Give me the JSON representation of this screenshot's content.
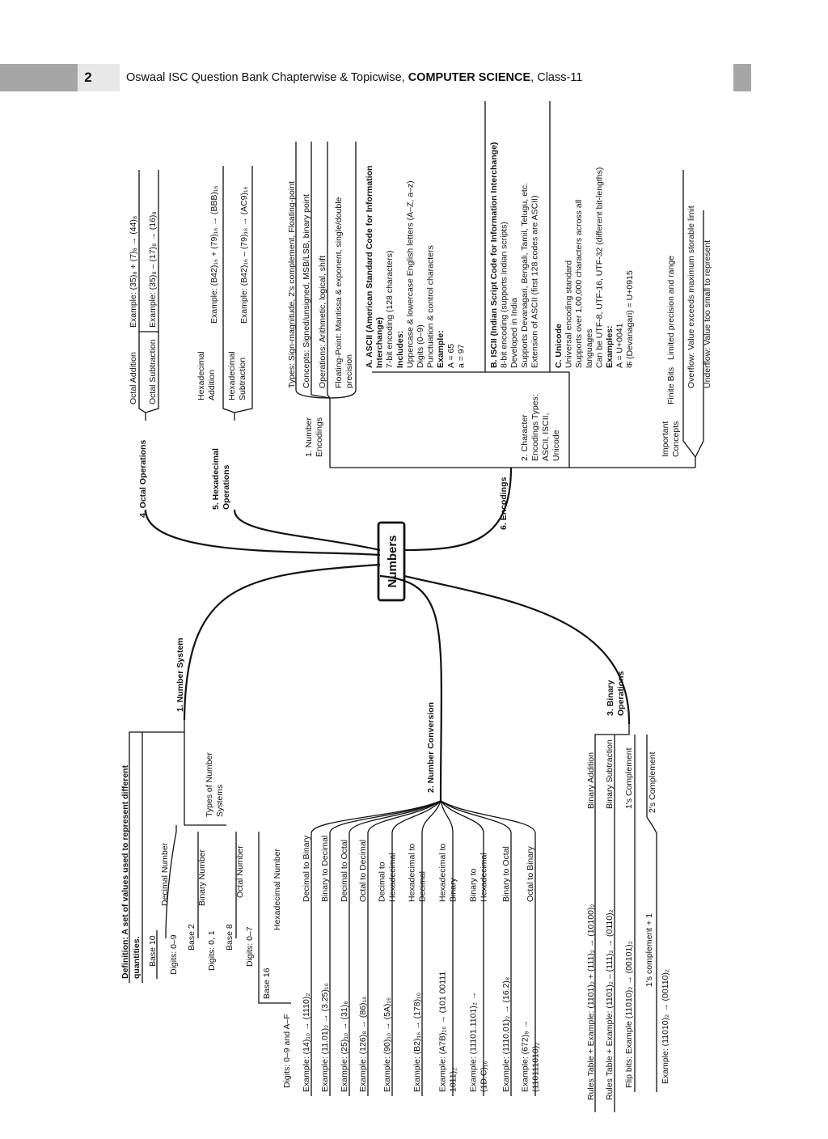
{
  "header": {
    "page_number": "2",
    "title_pre": "Oswaal ISC Question Bank Chapterwise & Topicwise, ",
    "title_bold": "COMPUTER SCIENCE",
    "title_post": ", Class-11"
  },
  "mindmap": {
    "center": "Numbers",
    "number_system": {
      "label": "1. Number System",
      "definition": [
        "Definition: A set of values used to represent different",
        "quantities."
      ],
      "types_label": [
        "Types of Number",
        "Systems"
      ],
      "decimal": {
        "name": "Decimal Number",
        "base": "Base 10",
        "digits": "Digits: 0–9"
      },
      "binary": {
        "name": "Binary Number",
        "base": "Base 2",
        "digits": "Digits: 0, 1"
      },
      "octal": {
        "name": "Octal Number",
        "base": "Base 8",
        "digits": "Digits: 0–7"
      },
      "hex": {
        "name": "Hexadecimal Number",
        "base": "Base 16",
        "digits": "Digits: 0–9 and A–F"
      }
    },
    "number_conversion": {
      "label": "2. Number Conversion",
      "items": [
        {
          "name": [
            "Decimal to Binary"
          ],
          "example": [
            "Example: (14)₁₀ → (1110)₂"
          ]
        },
        {
          "name": [
            "Binary to Decimal"
          ],
          "example": [
            "Example: (11.01)₂ → (3.25)₁₀"
          ]
        },
        {
          "name": [
            "Decimal to Octal"
          ],
          "example": [
            "Example: (25)₁₀ → (31)₈"
          ]
        },
        {
          "name": [
            "Octal to Decimal"
          ],
          "example": [
            "Example: (126)₈ → (86)₁₀"
          ]
        },
        {
          "name": [
            "Decimal to",
            "Hexadecimal"
          ],
          "example": [
            "Example: (90)₁₀ → (5A)₁₆"
          ]
        },
        {
          "name": [
            "Hexadecimal to",
            "Decimal"
          ],
          "example": [
            "Example: (B2)₁₆ → (178)₁₀"
          ]
        },
        {
          "name": [
            "Hexadecimal to",
            "Binary"
          ],
          "example": [
            "Example: (A7B)₁₆ → (101 00111",
            "1011)₂"
          ]
        },
        {
          "name": [
            "Binary to",
            "Hexadecimal"
          ],
          "example": [
            "Example: (11101.1101)₂ →",
            "(1D.C)₁₆"
          ]
        },
        {
          "name": [
            "Binary to Octal"
          ],
          "example": [
            "Example: (1110.01)₂ → (16.2)₈"
          ]
        },
        {
          "name": [
            "Octal to Binary"
          ],
          "example": [
            "Example: (672)₈ →",
            "(110111010)₂"
          ]
        }
      ]
    },
    "binary_operations": {
      "label": [
        "3. Binary",
        "Operations"
      ],
      "addition": {
        "name": "Binary Addition",
        "text": "Rules Table + Example: (1101)₂ + (111)₂ → (10100)₂"
      },
      "subtraction": {
        "name": "Binary Subtraction",
        "text": "Rules Table + Example: (1101)₂ – (111)₂ → (0110)₂"
      },
      "ones": {
        "name": "1's Complement",
        "text": "Flip bits: Example (11010)₂ → (00101)₂"
      },
      "twos": {
        "name": "2's Complement",
        "rule": "1's complement + 1",
        "example": "Example: (11010)₂ → (00110)₂"
      }
    },
    "octal_operations": {
      "label": "4. Octal Operations",
      "addition": {
        "name": "Octal Addition",
        "example": "Example: (35)₈ + (7)₈ → (44)₈"
      },
      "subtraction": {
        "name": "Octal Subtraction",
        "example": "Example: (35)₈ – (17)₈ → (16)₈"
      }
    },
    "hex_operations": {
      "label": [
        "5. Hexadecimal",
        "Operations"
      ],
      "addition": {
        "name": [
          "Hexadecimal",
          "Addition"
        ],
        "example": "Example: (B42)₁₆ + (79)₁₆ → (BBB)₁₆"
      },
      "subtraction": {
        "name": [
          "Hexadecimal",
          "Subtraction"
        ],
        "example": "Example: (B42)₁₆ – (79)₁₆ → (AC9)₁₆"
      }
    },
    "encodings": {
      "label": "6. Encodings",
      "number_encodings": {
        "label": [
          "1. Number",
          "Encodings"
        ],
        "items": [
          [
            "Types: Sign-magnitude, 2's complement, Floating-point"
          ],
          [
            "Concepts: Signed/unsigned, MSB/LSB, binary point"
          ],
          [
            "Operations: Arithmetic, logical, shift"
          ],
          [
            "Floating-Point: Mantissa & exponent, single/double",
            "precision"
          ]
        ]
      },
      "character_encodings": {
        "label": [
          "2. Character",
          "Encodings Types:",
          "ASCII, ISCII,",
          "Unicode"
        ],
        "ascii": [
          {
            "t": "A. ASCII (American Standard Code for Information",
            "b": true
          },
          {
            "t": "Interchange)",
            "b": true
          },
          {
            "t": "7-bit encoding (128 characters)",
            "b": false
          },
          {
            "t": "Includes:",
            "b": true
          },
          {
            "t": "Uppercase & lowercase English letters (A–Z, a–z)",
            "b": false
          },
          {
            "t": "Digits (0–9)",
            "b": false
          },
          {
            "t": "Punctuation & control characters",
            "b": false
          },
          {
            "t": "Example:",
            "b": true
          },
          {
            "t": "A = 65",
            "b": false
          },
          {
            "t": "a = 97",
            "b": false
          }
        ],
        "iscii": [
          {
            "t": "B. ISCII (Indian Script Code for Information Interchange)",
            "b": true
          },
          {
            "t": "8-bit encoding (supports Indian scripts)",
            "b": false
          },
          {
            "t": "Developed in India",
            "b": false
          },
          {
            "t": "Supports Devanagari, Bengali, Tamil, Telugu, etc.",
            "b": false
          },
          {
            "t": "Extension of ASCII (first 128 codes are ASCII)",
            "b": false
          }
        ],
        "unicode": [
          {
            "t": "C. Unicode",
            "b": true
          },
          {
            "t": "Universal encoding standard",
            "b": false
          },
          {
            "t": "Supports over 1,00,000 characters across all",
            "b": false
          },
          {
            "t": "languages",
            "b": false
          },
          {
            "t": "Can be UTF-8, UTF-16, UTF-32 (different bit-lengths)",
            "b": false
          },
          {
            "t": "Examples:",
            "b": true
          },
          {
            "t": "A = U+0041",
            "b": false
          },
          {
            "t": "क (Devanagari) = U+0915",
            "b": false
          }
        ]
      },
      "important_concepts": {
        "label": [
          "Important",
          "Concepts"
        ],
        "finite_bits": {
          "name": "Finite Bits",
          "text": "Limited precision and range"
        },
        "overflow": "Overflow: Value exceeds maximum storable limit",
        "underflow": "Underflow: Value too small to represent"
      }
    }
  }
}
